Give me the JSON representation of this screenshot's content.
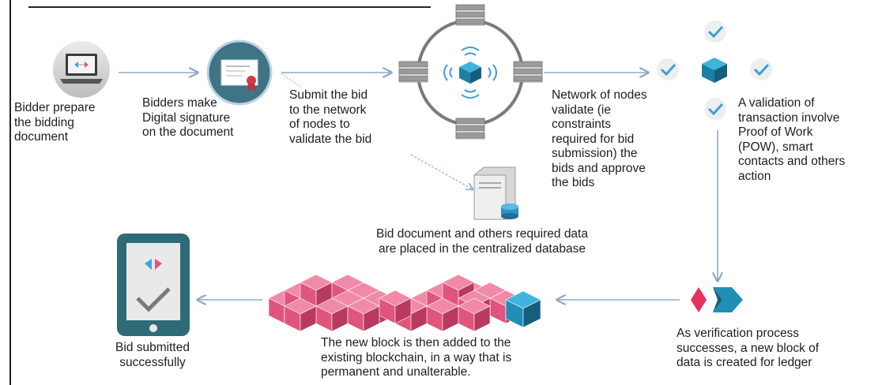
{
  "steps": {
    "prepare": "Bidder prepare\nthe bidding\ndocument",
    "signature": "Bidders make\nDigital signature\non the document",
    "submit": "Submit the bid\nto the network\nof nodes to\nvalidate the bid",
    "network": "Network of nodes\nvalidate  (ie\nconstraints\nrequired for bid\nsubmission) the\nbids and  approve\nthe bids",
    "validation": "A validation of\ntransaction involve\nProof of Work\n(POW),  smart\ncontacts and others\naction",
    "database": "Bid document and others required data\nare placed in the centralized database",
    "new_block": "As verification process\nsuccesses, a new block of\ndata  is created for ledger",
    "chain": "The new block is then added to the\nexisting blockchain, in a way that is\npermanent and unalterable.",
    "submitted": "Bid submitted\nsuccessfully"
  },
  "colors": {
    "arrow": "#8fa8c8",
    "node_gray": "#8c8c8c",
    "cube_blue": "#1f8fb5",
    "check_blue": "#3aa0d8",
    "block_pink": "#e0557d",
    "phone_teal": "#2e6b78",
    "marker_red": "#e8315c"
  },
  "icons": [
    "laptop-icon",
    "certificate-icon",
    "server-node-icon",
    "cube-icon",
    "check-icon",
    "database-icon",
    "blockchain-icon",
    "phone-icon"
  ]
}
